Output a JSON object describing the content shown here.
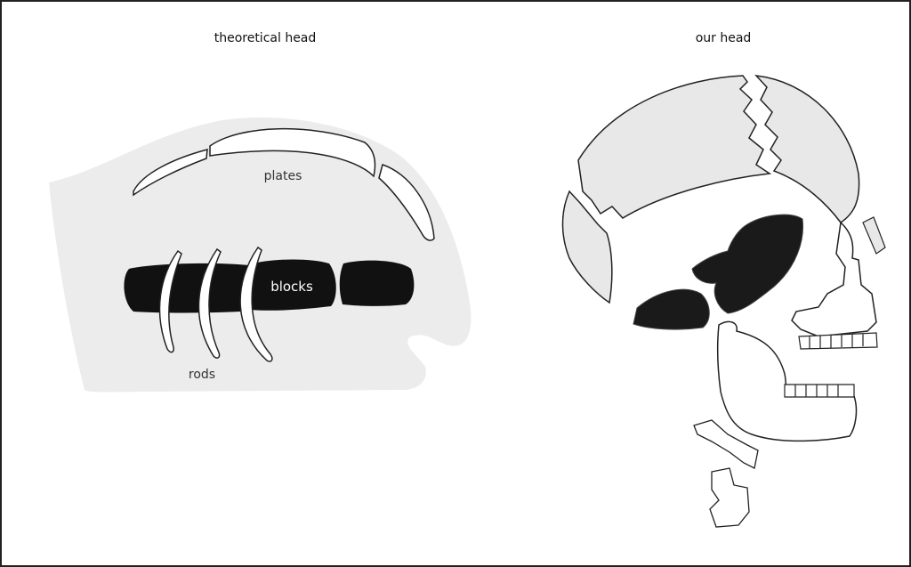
{
  "left_panel": {
    "title": "theoretical head",
    "labels": {
      "plates": "plates",
      "blocks": "blocks",
      "rods": "rods"
    }
  },
  "right_panel": {
    "title": "our head"
  },
  "colors": {
    "head_fill": "#ececec",
    "bone_outline": "#1a1a1a",
    "block_fill": "#111111",
    "plate_fill": "#ffffff"
  }
}
